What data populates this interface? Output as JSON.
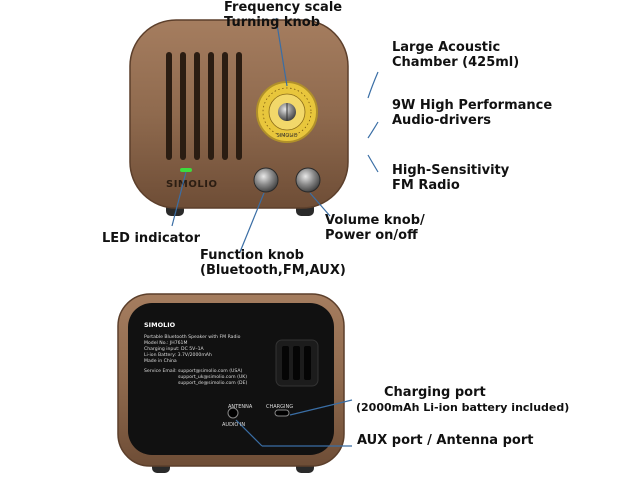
{
  "labels": {
    "freq": [
      "Frequency scale",
      "Turning knob"
    ],
    "chamber": [
      "Large Acoustic",
      "Chamber (425ml)"
    ],
    "drivers": [
      "9W High Performance",
      "Audio-drivers"
    ],
    "radio": [
      "High-Sensitivity",
      "FM Radio"
    ],
    "volume": [
      "Volume knob/",
      "Power on/off"
    ],
    "led": [
      "LED indicator"
    ],
    "function": [
      "Function knob",
      "(Bluetooth,FM,AUX)"
    ],
    "charging": [
      "Charging port",
      "(2000mAh Li-ion battery included)"
    ],
    "aux": [
      "AUX port / Antenna port"
    ]
  },
  "front": {
    "brand": "SIMOLIO",
    "dial_brand": "SIMOLIO"
  },
  "back": {
    "brand": "SIMOLIO",
    "info": [
      "Portable Bluetooth Speaker with FM Radio",
      "Model No.: JH761M",
      "Charging input: DC 5V–1A",
      "Li-ion Battery: 3.7V/2000mAh",
      "Made in China"
    ],
    "service_label": "Service Email:",
    "emails": [
      "support@simolio.com (USA)",
      "support_uk@simolio.com (UK)",
      "support_de@simolio.com (DE)"
    ],
    "antenna": "ANTENNA",
    "charging": "CHARGING",
    "audio_in": "AUDIO IN"
  },
  "colors": {
    "wood": "#8f6a4e",
    "wood_dark": "#5c3f2b",
    "panel": "#111111",
    "dial": "#e8c63c",
    "accent_line": "#3a6ea5",
    "led": "#3ddc3d"
  }
}
